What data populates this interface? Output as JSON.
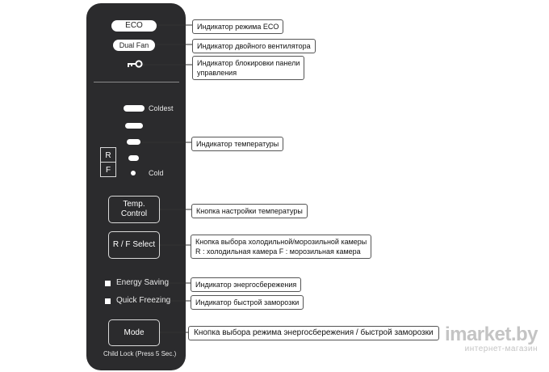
{
  "panel": {
    "eco_label": "ECO",
    "dual_fan_label": "Dual Fan",
    "coldest_label": "Coldest",
    "cold_label": "Cold",
    "r_label": "R",
    "f_label": "F",
    "temp_button_line1": "Temp.",
    "temp_button_line2": "Control",
    "rf_button_label": "R / F Select",
    "energy_saving_label": "Energy Saving",
    "quick_freezing_label": "Quick Freezing",
    "mode_button_label": "Mode",
    "child_lock_label": "Child Lock (Press 5 Sec.)",
    "lock_icon": "key-icon"
  },
  "callouts": {
    "eco": "Индикатор режима ECO",
    "dual_fan": "Индикатор двойного вентилятора",
    "lock_line1": "Индикатор блокировки панели",
    "lock_line2": "управления",
    "temp_indicator": "Индикатор температуры",
    "temp_button": "Кнопка настройки температуры",
    "rf_line1": "Кнопка выбора холодильной/морозильной камеры",
    "rf_line2": "R : холодильная камера F : морозильная камера",
    "energy_saving": "Индикатор энергосбережения",
    "quick_freezing": "Индикатор быстрой заморозки",
    "mode": "Кнопка выбора режима энергосбережения / быстрой заморозки"
  },
  "watermark": {
    "logo": "imarket.by",
    "subtitle": "интернет-магазин"
  },
  "colors": {
    "panel": "#2b2b2d",
    "indicator": "#ffffff",
    "callout_border": "#555555"
  }
}
